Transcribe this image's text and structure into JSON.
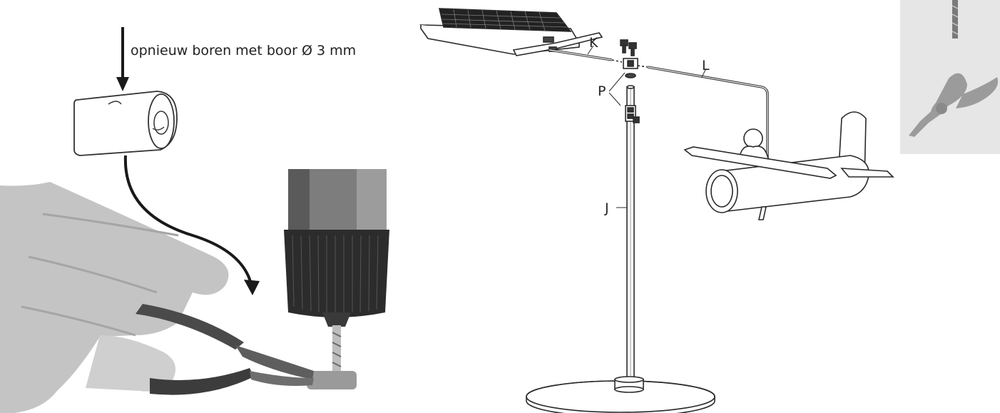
{
  "instruction": {
    "text": "opnieuw boren met boor Ø 3 mm"
  },
  "parts": {
    "K": "K",
    "L": "L",
    "P": "P",
    "J": "J"
  },
  "icons": {
    "top_right": [
      "drill-bit-icon",
      "pliers-icon"
    ]
  }
}
